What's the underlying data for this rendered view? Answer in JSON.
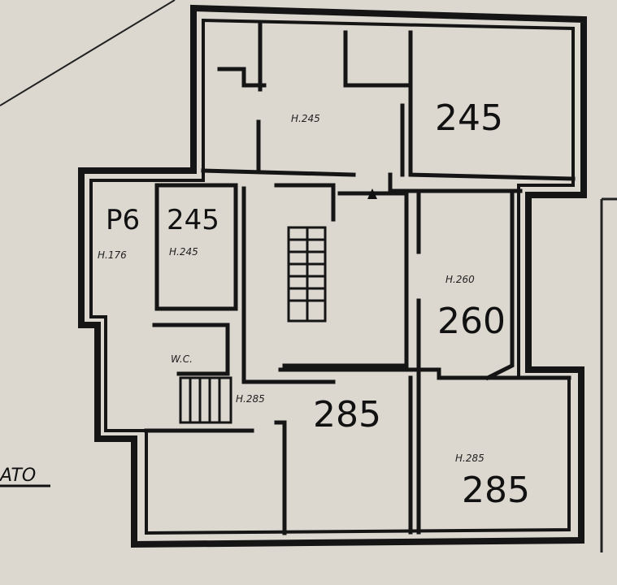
{
  "plan": {
    "corner_label": "ATO",
    "rooms": [
      {
        "height_label": "H.245",
        "handwritten": "245"
      },
      {
        "height_label": "H.176",
        "handwritten": "P6"
      },
      {
        "height_label": "H.245",
        "handwritten": "245"
      },
      {
        "height_label": "W.C."
      },
      {
        "height_label": "H.285",
        "handwritten": "285"
      },
      {
        "height_label": "H.260",
        "handwritten": "260"
      },
      {
        "height_label": "H.285",
        "handwritten": "285"
      }
    ]
  }
}
